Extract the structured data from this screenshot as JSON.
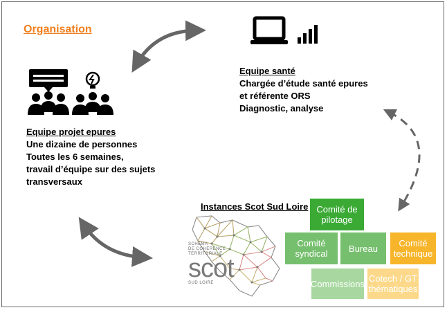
{
  "title": "Organisation",
  "equipe_projet": {
    "heading": "Equipe projet epures",
    "line1": "Une dizaine de personnes",
    "line2": "Toutes les 6 semaines,",
    "line3": "travail d’équipe sur des sujets",
    "line4": "transversaux"
  },
  "equipe_sante": {
    "heading": "Equipe santé",
    "line1": "Chargée d’étude santé epures",
    "line2": "et référente ORS",
    "line3": "Diagnostic, analyse"
  },
  "instances": {
    "heading": "Instances Scot Sud Loire"
  },
  "logo": {
    "line1": "SCHÉMA",
    "line2": "DE COHÉRENCE",
    "line3": "TERRITORIALE",
    "brand": "scot",
    "sub": "SUD LOIRE"
  },
  "boxes": {
    "comite_pilotage": "Comité de pilotage",
    "comite_syndical": "Comité syndical",
    "bureau": "Bureau",
    "comite_technique": "Comité technique",
    "commissions": "Commissions",
    "cotech": "Cotech / GT thématiques"
  },
  "colors": {
    "title": "#f07f1e",
    "dark_green": "#3aaa35",
    "mid_green": "#76bf6e",
    "light_green": "#a8d8a0",
    "orange": "#f7b52b",
    "light_orange": "#fcd98a",
    "arrow": "#666666"
  },
  "icons": [
    "presentation-group-icon",
    "lightbulb-group-icon",
    "laptop-icon",
    "signal-bars-icon",
    "scot-map-logo"
  ]
}
